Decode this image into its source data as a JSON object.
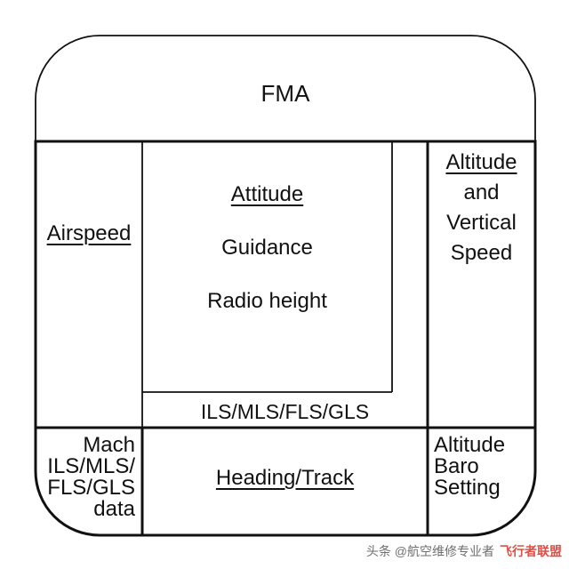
{
  "diagram": {
    "fma": "FMA",
    "airspeed": "Airspeed",
    "center": {
      "attitude": "Attitude",
      "guidance": "Guidance",
      "radio_height": "Radio height"
    },
    "altitude_vs": [
      "Altitude",
      "and",
      "Vertical",
      "Speed"
    ],
    "ils_strip": "ILS/MLS/FLS/GLS",
    "heading_track": "Heading/Track",
    "mach_block": [
      "Mach",
      "ILS/MLS/",
      "FLS/GLS",
      "data"
    ],
    "baro_block": [
      "Altitude",
      "Baro",
      "Setting"
    ]
  },
  "watermark": {
    "text": "头条 @航空维修专业者",
    "brand": "飞行者联盟"
  }
}
